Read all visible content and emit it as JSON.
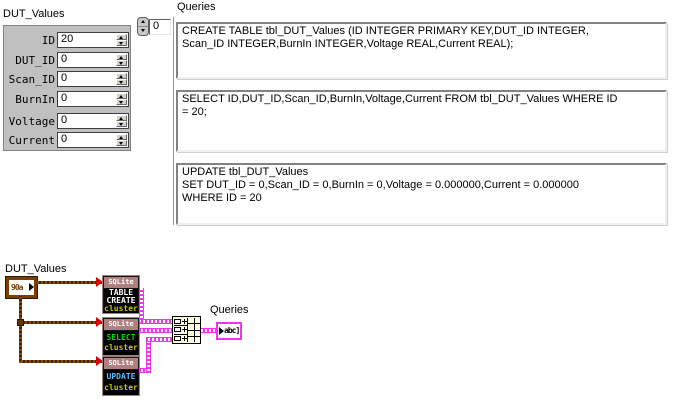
{
  "front_panel": {
    "cluster": {
      "label": "DUT_Values",
      "fields": [
        {
          "label": "ID",
          "value": "20"
        },
        {
          "label": "DUT_ID",
          "value": "0"
        },
        {
          "label": "Scan_ID",
          "value": "0"
        },
        {
          "label": "BurnIn",
          "value": "0"
        },
        {
          "label": "Voltage",
          "value": "0"
        },
        {
          "label": "Current",
          "value": "0"
        }
      ]
    },
    "queries": {
      "label": "Queries",
      "index": "0",
      "elements": [
        {
          "text": "CREATE TABLE tbl_DUT_Values (ID INTEGER PRIMARY KEY,DUT_ID INTEGER,\nScan_ID INTEGER,BurnIn INTEGER,Voltage REAL,Current REAL);"
        },
        {
          "text": "SELECT ID,DUT_ID,Scan_ID,BurnIn,Voltage,Current FROM tbl_DUT_Values WHERE ID\n= 20;"
        },
        {
          "text": "UPDATE tbl_DUT_Values\nSET DUT_ID = 0,Scan_ID = 0,BurnIn = 0,Voltage = 0.000000,Current = 0.000000\nWHERE ID = 20"
        }
      ]
    }
  },
  "block_diagram": {
    "cluster_terminal": {
      "label": "DUT_Values",
      "icon_text": "90a"
    },
    "nodes": [
      {
        "header": "SQLite",
        "lines": [
          "TABLE",
          "CREATE",
          "cluster"
        ]
      },
      {
        "header": "SQLite",
        "lines": [
          "SELECT",
          "cluster"
        ]
      },
      {
        "header": "SQLite",
        "lines": [
          "UPDATE",
          "cluster"
        ]
      }
    ],
    "output_indicator": {
      "label": "Queries",
      "icon_text": "abc]"
    }
  },
  "colors": {
    "string_wire_pink": "#F033F0",
    "cluster_wire_brown": "#7B3F00",
    "node_header_bg": "#B08080",
    "node_body_bg": "#000000",
    "table_create_text": "#FFFFFF",
    "select_text": "#00DD00",
    "update_text": "#55BBFF",
    "cluster_text": "#C8C800",
    "panel_gray": "#C0C0C0"
  }
}
